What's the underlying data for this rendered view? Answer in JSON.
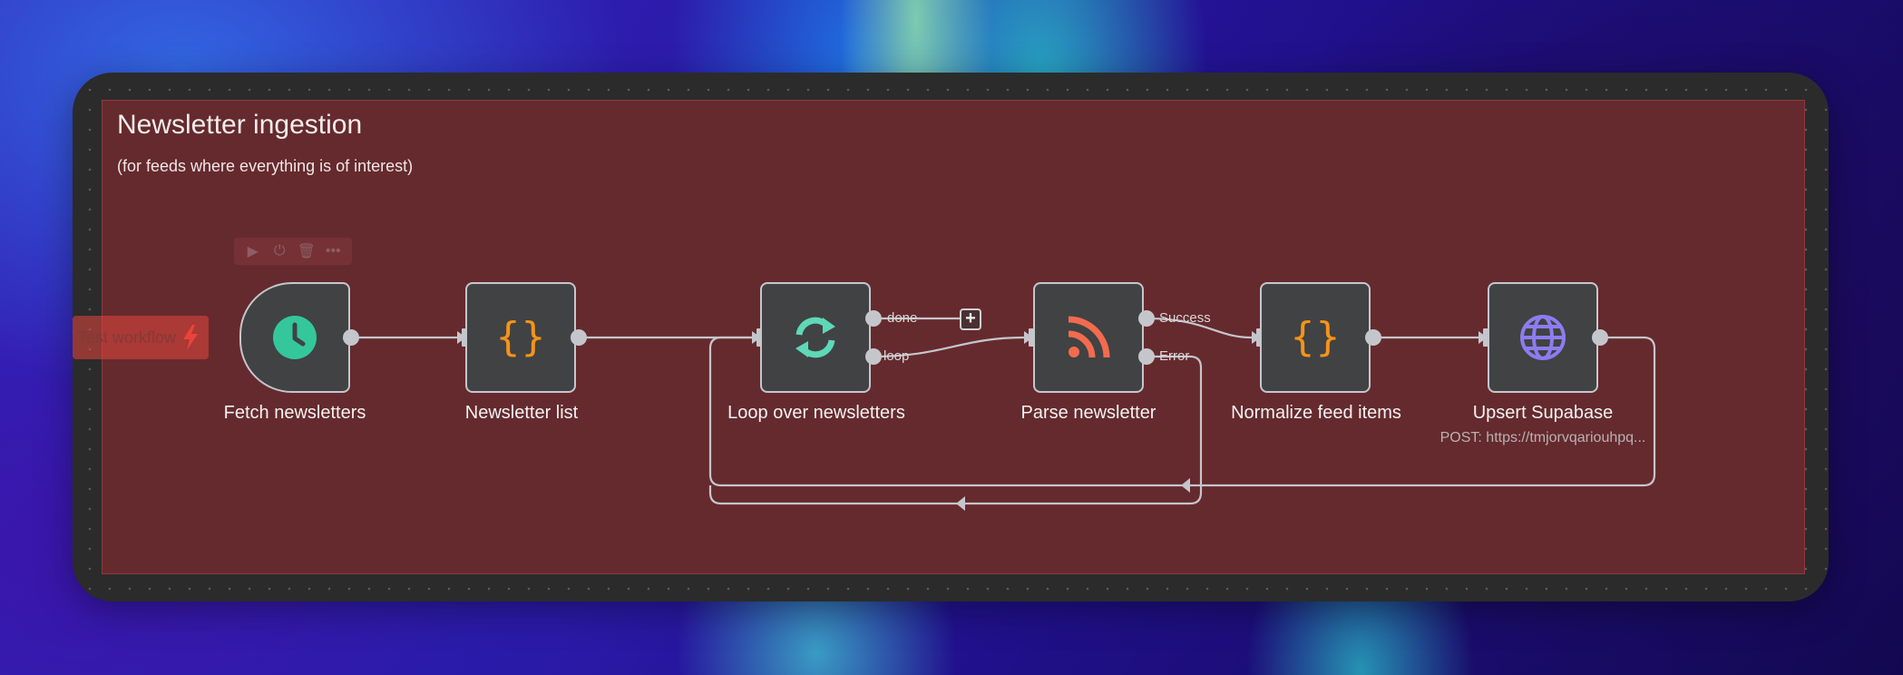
{
  "sticky": {
    "title": "Newsletter ingestion",
    "subtitle": "(for feeds where everything is of interest)"
  },
  "test_button": {
    "label": "Test workflow"
  },
  "node_toolbar": {
    "icons": [
      "play-icon",
      "power-icon",
      "trash-icon",
      "more-icon"
    ]
  },
  "nodes": [
    {
      "name": "Fetch newsletters",
      "icon": "clock-icon",
      "icon_color": "#35c79c"
    },
    {
      "name": "Newsletter list",
      "icon": "braces-icon",
      "icon_color": "#f7931a"
    },
    {
      "name": "Loop over newsletters",
      "icon": "loop-icon",
      "icon_color": "#5ed8b8"
    },
    {
      "name": "Parse newsletter",
      "icon": "rss-icon",
      "icon_color": "#f26b4f"
    },
    {
      "name": "Normalize feed items",
      "icon": "braces-icon",
      "icon_color": "#f7931a"
    },
    {
      "name": "Upsert Supabase",
      "icon": "globe-icon",
      "icon_color": "#8c7cf0",
      "subtitle": "POST: https://tmjorvqariouhpq..."
    }
  ],
  "edge_labels": {
    "done": "done",
    "loop": "loop",
    "success": "Success",
    "error": "Error"
  },
  "colors": {
    "canvas": "#2b2b2b",
    "sticky": "#652a2e",
    "node_bg": "#414243",
    "edge": "#c5c6cc",
    "test_button": "#e6463c"
  }
}
